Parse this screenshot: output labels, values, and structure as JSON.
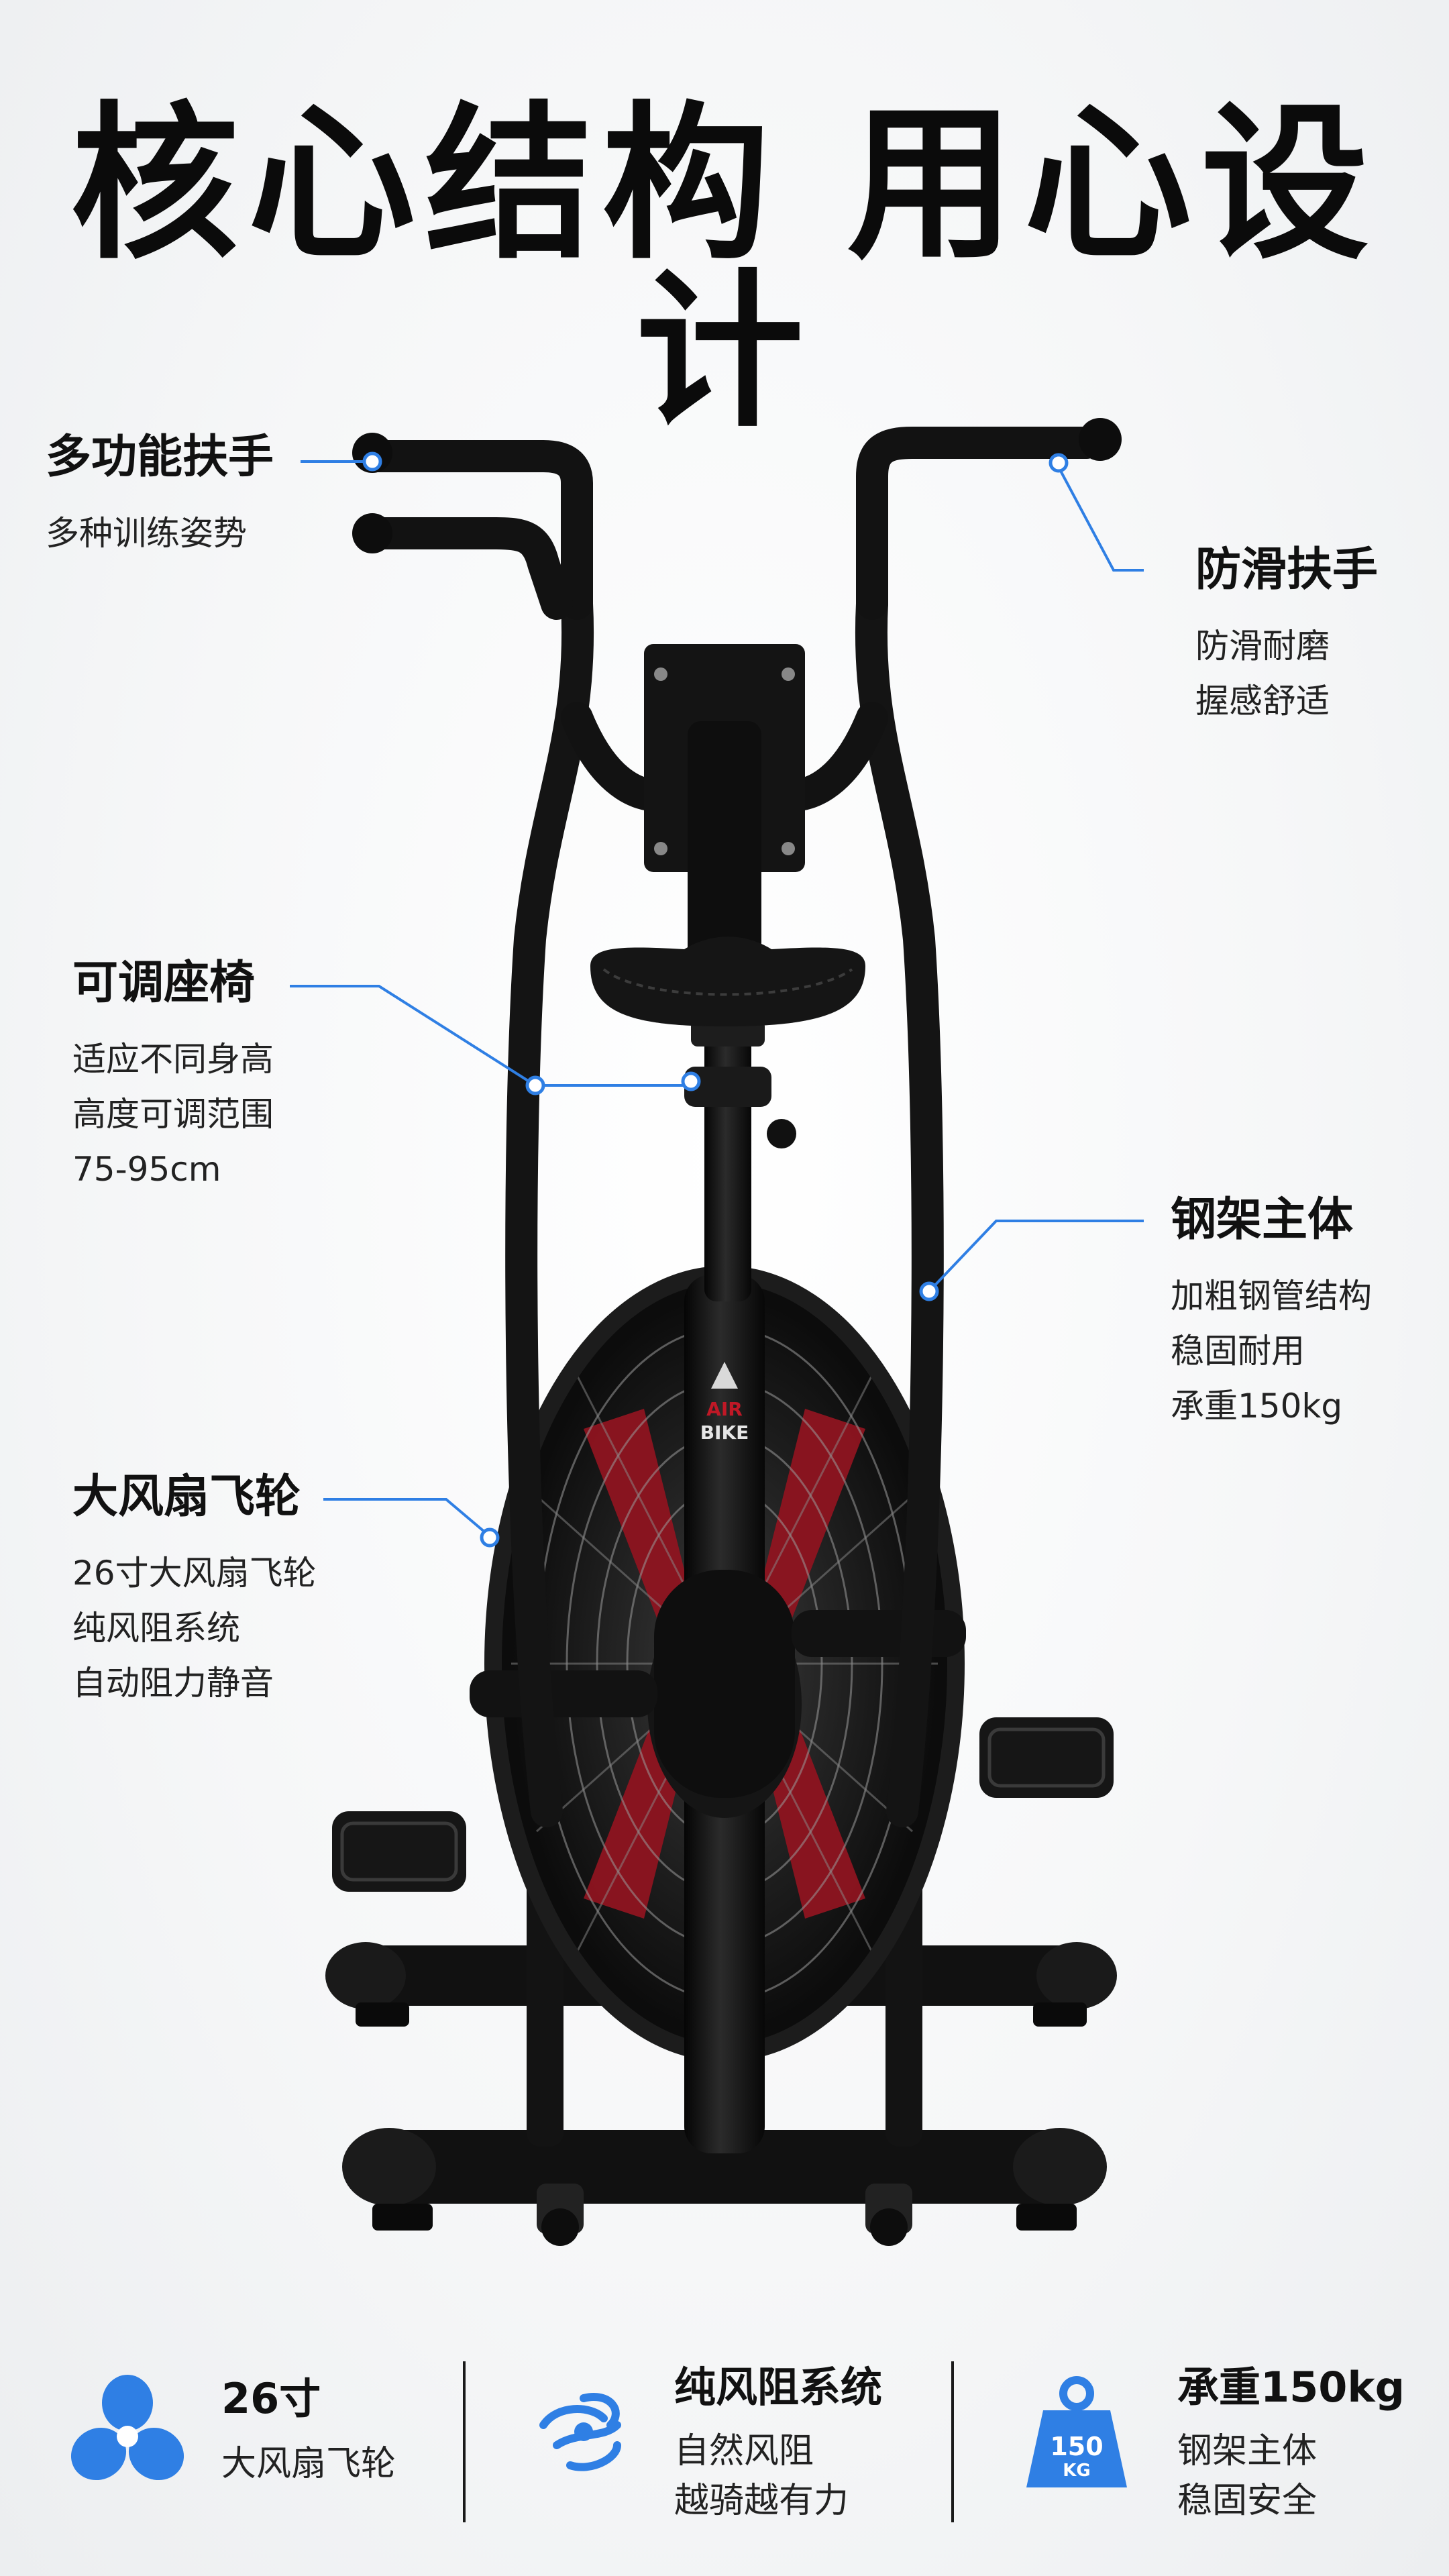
{
  "title": "核心结构 用心设计",
  "colors": {
    "accent": "#2f7fe4",
    "frame": "#141414",
    "fan_red": "#8e1420"
  },
  "product": {
    "badge_line1": "AIR",
    "badge_line2": "BIKE"
  },
  "callouts": [
    {
      "id": "multi-handle",
      "title": "多功能扶手",
      "lines": [
        "多种训练姿势"
      ]
    },
    {
      "id": "antislip-handle",
      "title": "防滑扶手",
      "lines": [
        "防滑耐磨",
        "握感舒适"
      ]
    },
    {
      "id": "seat",
      "title": "可调座椅",
      "lines": [
        "适应不同身高",
        "高度可调范围",
        "75-95cm"
      ]
    },
    {
      "id": "frame",
      "title": "钢架主体",
      "lines": [
        "加粗钢管结构",
        "稳固耐用",
        "承重150kg"
      ]
    },
    {
      "id": "fan",
      "title": "大风扇飞轮",
      "lines": [
        "26寸大风扇飞轮",
        "纯风阻系统",
        "自动阻力静音"
      ]
    }
  ],
  "features": [
    {
      "icon": "fan-icon",
      "title": "26寸",
      "sub": "大风扇飞轮"
    },
    {
      "icon": "wind-icon",
      "title": "纯风阻系统",
      "sub1": "自然风阻",
      "sub2": "越骑越有力"
    },
    {
      "icon": "weight-icon",
      "title": "承重150kg",
      "sub1": "钢架主体",
      "sub2": "稳固安全",
      "weight_top": "150",
      "weight_bottom": "KG"
    }
  ]
}
